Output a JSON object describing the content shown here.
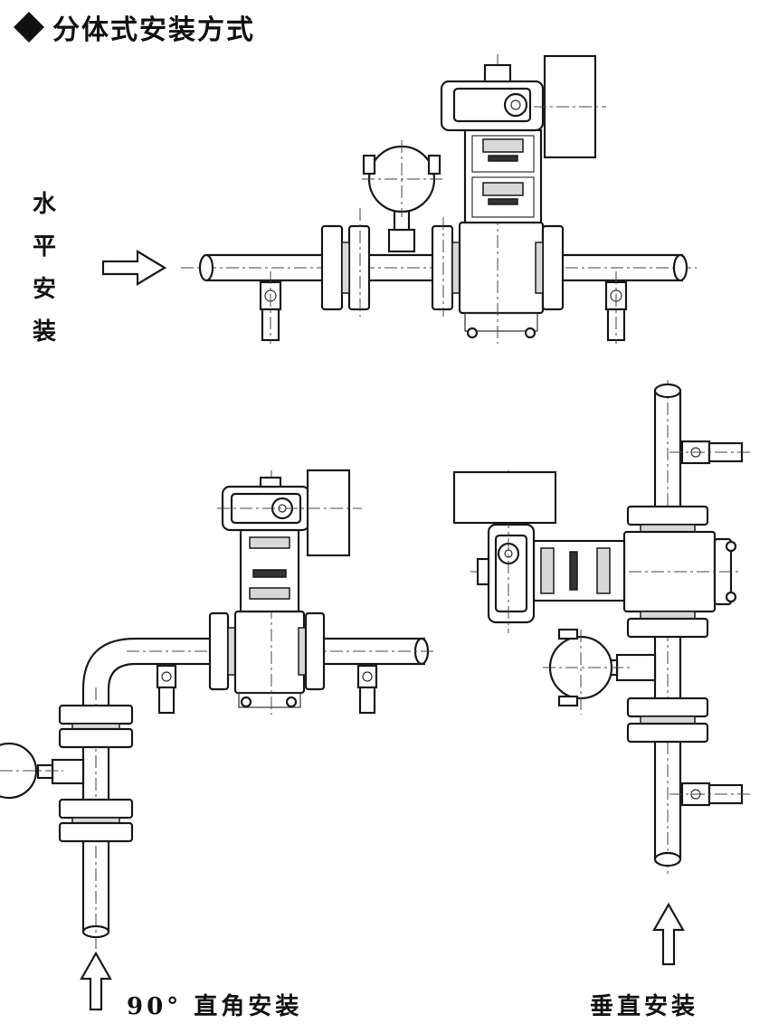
{
  "title": "分体式安装方式",
  "labels": {
    "horizontal": [
      "水",
      "平",
      "安",
      "装"
    ],
    "right_angle": "90° 直角安装",
    "vertical": "垂直安装"
  },
  "icons": {
    "title_marker": "diamond-bullet-icon"
  }
}
